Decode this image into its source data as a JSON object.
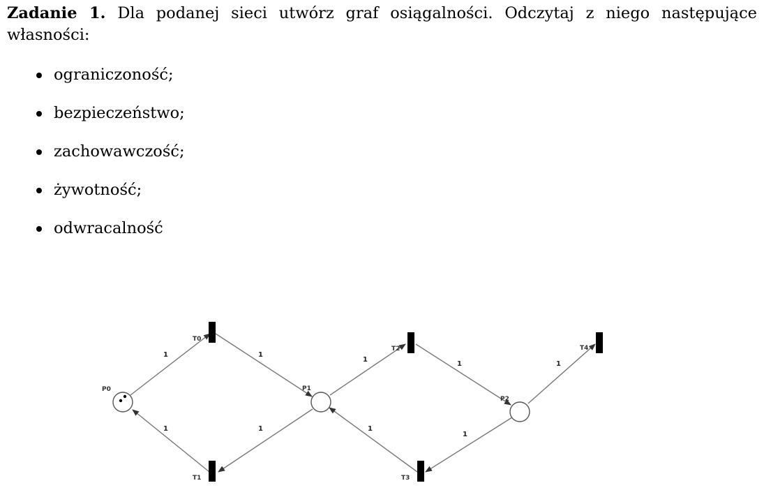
{
  "task": {
    "heading": "Zadanie 1.",
    "text": "Dla podanej sieci utwórz graf osiągalności. Odczytaj z niego następujące własności:"
  },
  "properties": [
    "ograniczoność;",
    "bezpieczeństwo;",
    "zachowawczość;",
    "żywotność;",
    "odwracalność"
  ],
  "net": {
    "places": [
      {
        "id": "P0",
        "tokens": 2
      },
      {
        "id": "P1",
        "tokens": 0
      },
      {
        "id": "P2",
        "tokens": 0
      }
    ],
    "transitions": [
      "T0",
      "T1",
      "T2",
      "T3",
      "T4"
    ],
    "arcs": [
      {
        "from": "P0",
        "to": "T0",
        "weight": "1"
      },
      {
        "from": "T0",
        "to": "P1",
        "weight": "1"
      },
      {
        "from": "P1",
        "to": "T1",
        "weight": "1"
      },
      {
        "from": "T1",
        "to": "P0",
        "weight": "1"
      },
      {
        "from": "P1",
        "to": "T2",
        "weight": "1"
      },
      {
        "from": "T2",
        "to": "P2",
        "weight": "1"
      },
      {
        "from": "P2",
        "to": "T3",
        "weight": "1"
      },
      {
        "from": "T3",
        "to": "P1",
        "weight": "1"
      },
      {
        "from": "P2",
        "to": "T4",
        "weight": "1"
      }
    ]
  }
}
